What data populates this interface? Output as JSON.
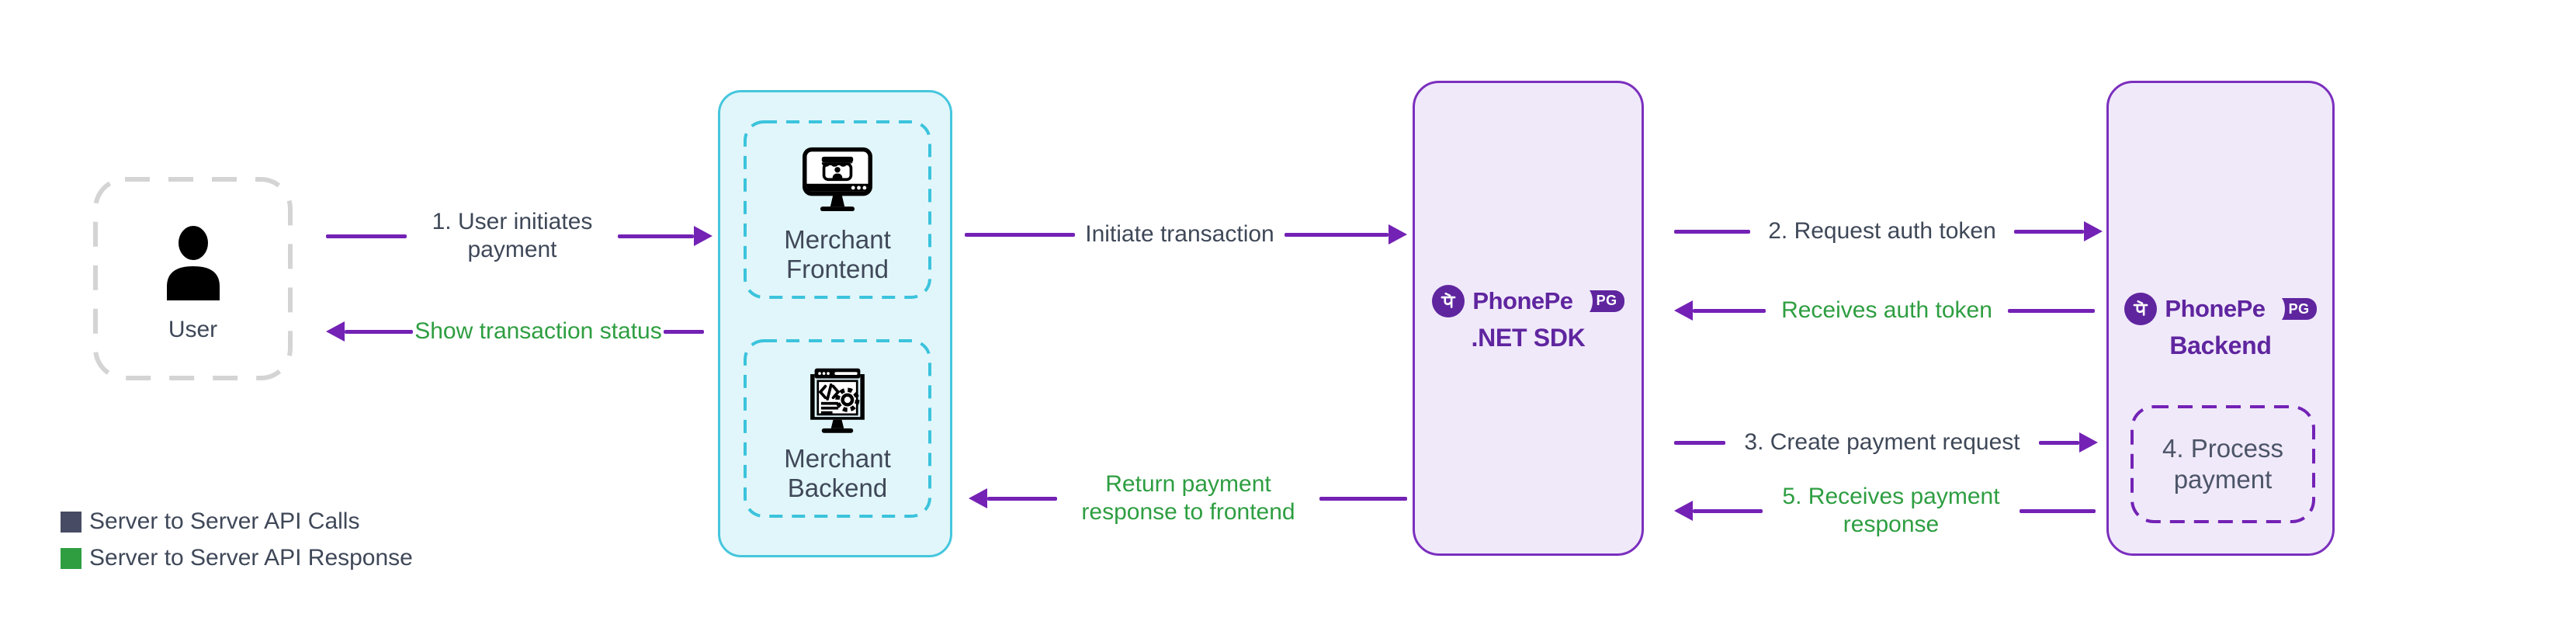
{
  "nodes": {
    "user": {
      "label": "User"
    },
    "merchant_frontend": {
      "line1": "Merchant",
      "line2": "Frontend"
    },
    "merchant_backend": {
      "line1": "Merchant",
      "line2": "Backend"
    },
    "phonepe_sdk": {
      "brand": "PhonePe",
      "badge": "PG",
      "subtitle": ".NET SDK"
    },
    "phonepe_backend": {
      "brand": "PhonePe",
      "badge": "PG",
      "subtitle": "Backend",
      "process": {
        "line1": "4. Process",
        "line2": "payment"
      }
    }
  },
  "arrows": {
    "user_initiates": {
      "line1": "1. User initiates",
      "line2": "payment"
    },
    "show_status": {
      "label": "Show transaction status"
    },
    "initiate_transaction": {
      "label": "Initiate transaction"
    },
    "request_auth": {
      "label": "2. Request auth token"
    },
    "receives_auth": {
      "label": "Receives auth token"
    },
    "create_payment": {
      "label": "3. Create payment request"
    },
    "receives_payment": {
      "line1": "5. Receives payment",
      "line2": "response"
    },
    "return_response": {
      "line1": "Return payment",
      "line2": "response to frontend"
    }
  },
  "legend": {
    "items": [
      {
        "label": "Server to Server API Calls",
        "color": "#474b63"
      },
      {
        "label": "Server to Server API Response",
        "color": "#2e9e41"
      }
    ]
  },
  "colors": {
    "brand_purple": "#5f259f",
    "arrow_purple": "#7322b5",
    "response_green": "#2e9e41",
    "cyan_border": "#3bc3dc",
    "cyan_fill": "#e1f6fa",
    "lavender_fill": "#f0e9fa",
    "dark_text": "#3f4858"
  }
}
